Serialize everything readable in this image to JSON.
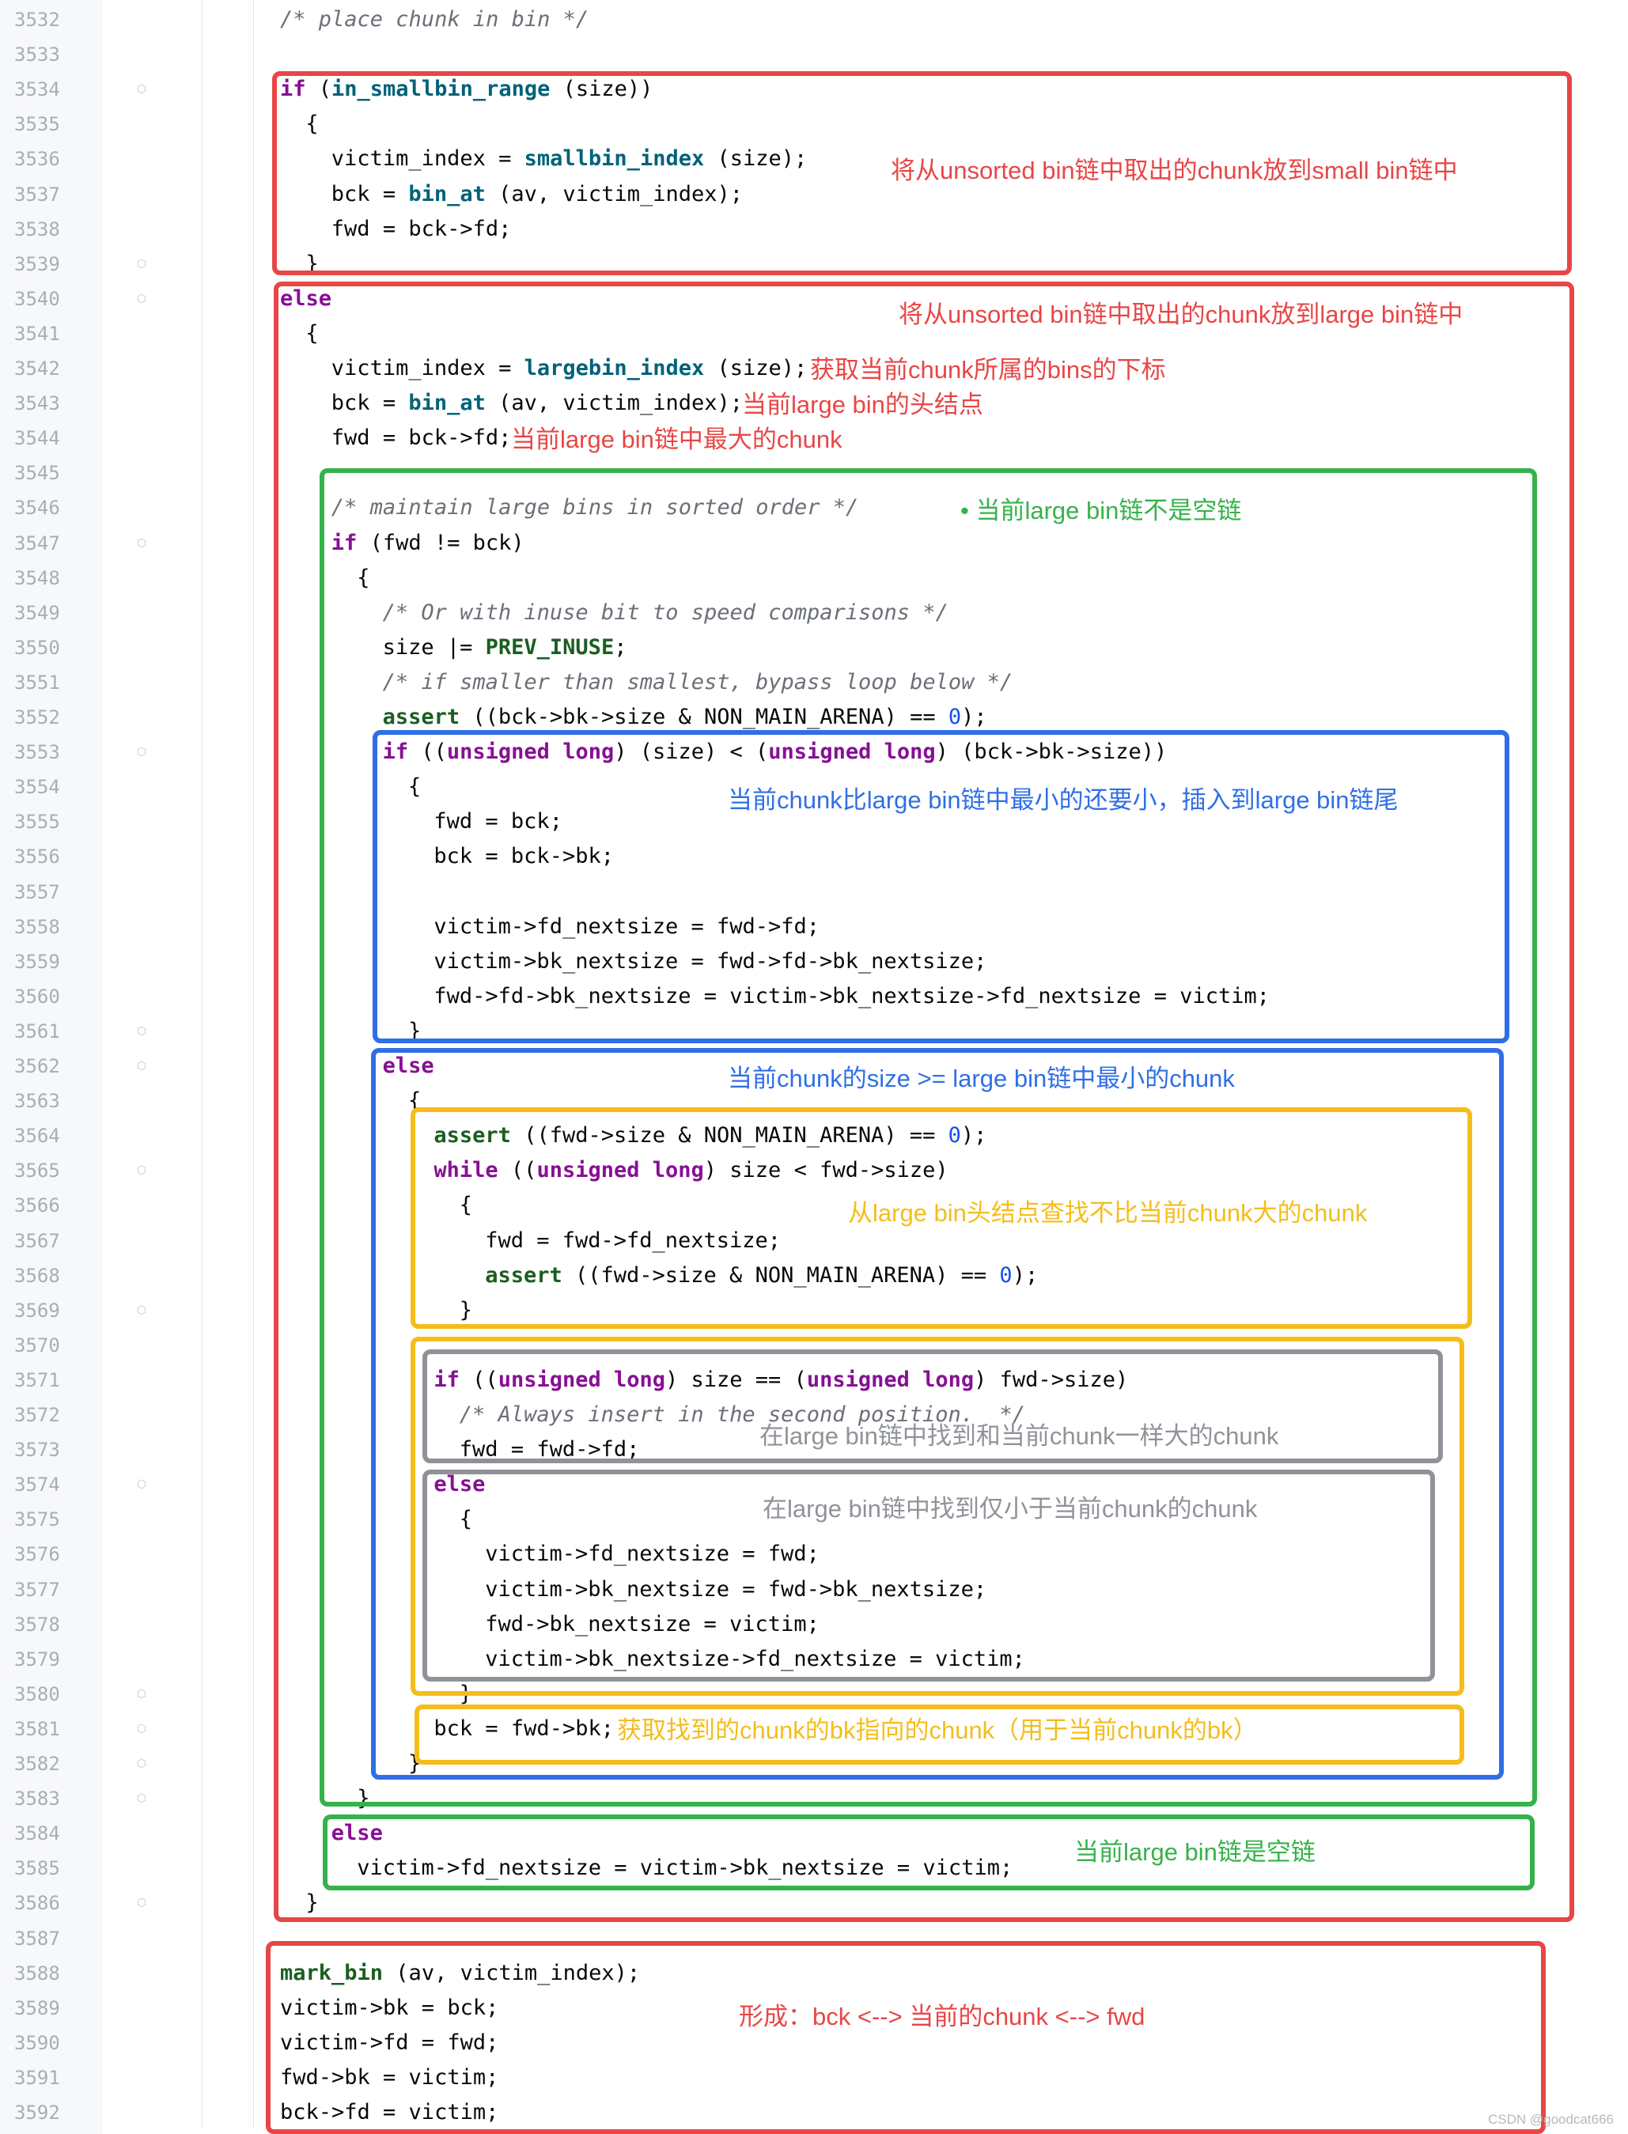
{
  "editor": {
    "lines": [
      {
        "num": "3532",
        "indent": 0,
        "fold": false,
        "tokens": [
          {
            "t": "/* place chunk in bin */",
            "c": "cm"
          }
        ]
      },
      {
        "num": "3533",
        "indent": 0,
        "fold": false,
        "tokens": []
      },
      {
        "num": "3534",
        "indent": 0,
        "fold": true,
        "tokens": [
          {
            "t": "if",
            "c": "kw"
          },
          {
            "t": " ("
          },
          {
            "t": "in_smallbin_range",
            "c": "fn"
          },
          {
            "t": " (size))"
          }
        ]
      },
      {
        "num": "3535",
        "indent": 1,
        "fold": false,
        "tokens": [
          {
            "t": "{"
          }
        ]
      },
      {
        "num": "3536",
        "indent": 2,
        "fold": false,
        "tokens": [
          {
            "t": "victim_index = "
          },
          {
            "t": "smallbin_index",
            "c": "fn"
          },
          {
            "t": " (size);"
          }
        ]
      },
      {
        "num": "3537",
        "indent": 2,
        "fold": false,
        "tokens": [
          {
            "t": "bck = "
          },
          {
            "t": "bin_at",
            "c": "fn"
          },
          {
            "t": " (av, victim_index);"
          }
        ]
      },
      {
        "num": "3538",
        "indent": 2,
        "fold": false,
        "tokens": [
          {
            "t": "fwd = bck->fd;"
          }
        ]
      },
      {
        "num": "3539",
        "indent": 1,
        "fold": true,
        "tokens": [
          {
            "t": "}"
          }
        ]
      },
      {
        "num": "3540",
        "indent": 0,
        "fold": true,
        "tokens": [
          {
            "t": "else",
            "c": "kw"
          }
        ]
      },
      {
        "num": "3541",
        "indent": 1,
        "fold": false,
        "tokens": [
          {
            "t": "{"
          }
        ]
      },
      {
        "num": "3542",
        "indent": 2,
        "fold": false,
        "tokens": [
          {
            "t": "victim_index = "
          },
          {
            "t": "largebin_index",
            "c": "fn"
          },
          {
            "t": " (size);"
          }
        ]
      },
      {
        "num": "3543",
        "indent": 2,
        "fold": false,
        "tokens": [
          {
            "t": "bck = "
          },
          {
            "t": "bin_at",
            "c": "fn"
          },
          {
            "t": " (av, victim_index);"
          }
        ]
      },
      {
        "num": "3544",
        "indent": 2,
        "fold": false,
        "tokens": [
          {
            "t": "fwd = bck->fd;"
          }
        ]
      },
      {
        "num": "3545",
        "indent": 0,
        "fold": false,
        "tokens": []
      },
      {
        "num": "3546",
        "indent": 2,
        "fold": false,
        "tokens": [
          {
            "t": "/* maintain large bins in sorted order */",
            "c": "cm"
          }
        ]
      },
      {
        "num": "3547",
        "indent": 2,
        "fold": true,
        "tokens": [
          {
            "t": "if",
            "c": "kw"
          },
          {
            "t": " (fwd != bck)"
          }
        ]
      },
      {
        "num": "3548",
        "indent": 3,
        "fold": false,
        "tokens": [
          {
            "t": "{"
          }
        ]
      },
      {
        "num": "3549",
        "indent": 4,
        "fold": false,
        "tokens": [
          {
            "t": "/* Or with inuse bit to speed comparisons */",
            "c": "cm"
          }
        ]
      },
      {
        "num": "3550",
        "indent": 4,
        "fold": false,
        "tokens": [
          {
            "t": "size |= "
          },
          {
            "t": "PREV_INUSE",
            "c": "mac"
          },
          {
            "t": ";"
          }
        ]
      },
      {
        "num": "3551",
        "indent": 4,
        "fold": false,
        "tokens": [
          {
            "t": "/* if smaller than smallest, bypass loop below */",
            "c": "cm"
          }
        ]
      },
      {
        "num": "3552",
        "indent": 4,
        "fold": false,
        "tokens": [
          {
            "t": "assert",
            "c": "mac"
          },
          {
            "t": " ((bck->bk->size & NON_MAIN_ARENA) == "
          },
          {
            "t": "0",
            "c": "num"
          },
          {
            "t": ");"
          }
        ]
      },
      {
        "num": "3553",
        "indent": 4,
        "fold": true,
        "tokens": [
          {
            "t": "if",
            "c": "kw"
          },
          {
            "t": " (("
          },
          {
            "t": "unsigned long",
            "c": "kw"
          },
          {
            "t": ") (size) < ("
          },
          {
            "t": "unsigned long",
            "c": "kw"
          },
          {
            "t": ") (bck->bk->size))"
          }
        ]
      },
      {
        "num": "3554",
        "indent": 5,
        "fold": false,
        "tokens": [
          {
            "t": "{"
          }
        ]
      },
      {
        "num": "3555",
        "indent": 6,
        "fold": false,
        "tokens": [
          {
            "t": "fwd = bck;"
          }
        ]
      },
      {
        "num": "3556",
        "indent": 6,
        "fold": false,
        "tokens": [
          {
            "t": "bck = bck->bk;"
          }
        ]
      },
      {
        "num": "3557",
        "indent": 0,
        "fold": false,
        "tokens": []
      },
      {
        "num": "3558",
        "indent": 6,
        "fold": false,
        "tokens": [
          {
            "t": "victim->fd_nextsize = fwd->fd;"
          }
        ]
      },
      {
        "num": "3559",
        "indent": 6,
        "fold": false,
        "tokens": [
          {
            "t": "victim->bk_nextsize = fwd->fd->bk_nextsize;"
          }
        ]
      },
      {
        "num": "3560",
        "indent": 6,
        "fold": false,
        "tokens": [
          {
            "t": "fwd->fd->bk_nextsize = victim->bk_nextsize->fd_nextsize = victim;"
          }
        ]
      },
      {
        "num": "3561",
        "indent": 5,
        "fold": true,
        "tokens": [
          {
            "t": "}"
          }
        ]
      },
      {
        "num": "3562",
        "indent": 4,
        "fold": true,
        "tokens": [
          {
            "t": "else",
            "c": "kw"
          }
        ]
      },
      {
        "num": "3563",
        "indent": 5,
        "fold": false,
        "tokens": [
          {
            "t": "{"
          }
        ]
      },
      {
        "num": "3564",
        "indent": 6,
        "fold": false,
        "tokens": [
          {
            "t": "assert",
            "c": "mac"
          },
          {
            "t": " ((fwd->size & NON_MAIN_ARENA) == "
          },
          {
            "t": "0",
            "c": "num"
          },
          {
            "t": ");"
          }
        ]
      },
      {
        "num": "3565",
        "indent": 6,
        "fold": true,
        "tokens": [
          {
            "t": "while",
            "c": "kw"
          },
          {
            "t": " (("
          },
          {
            "t": "unsigned long",
            "c": "kw"
          },
          {
            "t": ") size < fwd->size)"
          }
        ]
      },
      {
        "num": "3566",
        "indent": 7,
        "fold": false,
        "tokens": [
          {
            "t": "{"
          }
        ]
      },
      {
        "num": "3567",
        "indent": 8,
        "fold": false,
        "tokens": [
          {
            "t": "fwd = fwd->fd_nextsize;"
          }
        ]
      },
      {
        "num": "3568",
        "indent": 8,
        "fold": false,
        "tokens": [
          {
            "t": "assert",
            "c": "mac"
          },
          {
            "t": " ((fwd->size & NON_MAIN_ARENA) == "
          },
          {
            "t": "0",
            "c": "num"
          },
          {
            "t": ");"
          }
        ]
      },
      {
        "num": "3569",
        "indent": 7,
        "fold": true,
        "tokens": [
          {
            "t": "}"
          }
        ]
      },
      {
        "num": "3570",
        "indent": 0,
        "fold": false,
        "tokens": []
      },
      {
        "num": "3571",
        "indent": 6,
        "fold": false,
        "tokens": [
          {
            "t": "if",
            "c": "kw"
          },
          {
            "t": " (("
          },
          {
            "t": "unsigned long",
            "c": "kw"
          },
          {
            "t": ") size == ("
          },
          {
            "t": "unsigned long",
            "c": "kw"
          },
          {
            "t": ") fwd->size)"
          }
        ]
      },
      {
        "num": "3572",
        "indent": 7,
        "fold": false,
        "tokens": [
          {
            "t": "/* Always insert in the second position.  */",
            "c": "cm"
          }
        ]
      },
      {
        "num": "3573",
        "indent": 7,
        "fold": false,
        "tokens": [
          {
            "t": "fwd = fwd->fd;"
          }
        ]
      },
      {
        "num": "3574",
        "indent": 6,
        "fold": true,
        "tokens": [
          {
            "t": "else",
            "c": "kw"
          }
        ]
      },
      {
        "num": "3575",
        "indent": 7,
        "fold": false,
        "tokens": [
          {
            "t": "{"
          }
        ]
      },
      {
        "num": "3576",
        "indent": 8,
        "fold": false,
        "tokens": [
          {
            "t": "victim->fd_nextsize = fwd;"
          }
        ]
      },
      {
        "num": "3577",
        "indent": 8,
        "fold": false,
        "tokens": [
          {
            "t": "victim->bk_nextsize = fwd->bk_nextsize;"
          }
        ]
      },
      {
        "num": "3578",
        "indent": 8,
        "fold": false,
        "tokens": [
          {
            "t": "fwd->bk_nextsize = victim;"
          }
        ]
      },
      {
        "num": "3579",
        "indent": 8,
        "fold": false,
        "tokens": [
          {
            "t": "victim->bk_nextsize->fd_nextsize = victim;"
          }
        ]
      },
      {
        "num": "3580",
        "indent": 7,
        "fold": true,
        "tokens": [
          {
            "t": "}"
          }
        ]
      },
      {
        "num": "3581",
        "indent": 6,
        "fold": true,
        "tokens": [
          {
            "t": "bck = fwd->bk;"
          }
        ]
      },
      {
        "num": "3582",
        "indent": 5,
        "fold": true,
        "tokens": [
          {
            "t": "}"
          }
        ]
      },
      {
        "num": "3583",
        "indent": 3,
        "fold": true,
        "tokens": [
          {
            "t": "}"
          }
        ]
      },
      {
        "num": "3584",
        "indent": 2,
        "fold": false,
        "tokens": [
          {
            "t": "else",
            "c": "kw"
          }
        ]
      },
      {
        "num": "3585",
        "indent": 3,
        "fold": false,
        "tokens": [
          {
            "t": "victim->fd_nextsize = victim->bk_nextsize = victim;"
          }
        ]
      },
      {
        "num": "3586",
        "indent": 1,
        "fold": true,
        "tokens": [
          {
            "t": "}"
          }
        ]
      },
      {
        "num": "3587",
        "indent": 0,
        "fold": false,
        "tokens": []
      },
      {
        "num": "3588",
        "indent": 0,
        "fold": false,
        "tokens": [
          {
            "t": "mark_bin",
            "c": "mac"
          },
          {
            "t": " (av, victim_index);"
          }
        ]
      },
      {
        "num": "3589",
        "indent": 0,
        "fold": false,
        "tokens": [
          {
            "t": "victim->bk = bck;"
          }
        ]
      },
      {
        "num": "3590",
        "indent": 0,
        "fold": false,
        "tokens": [
          {
            "t": "victim->fd = fwd;"
          }
        ]
      },
      {
        "num": "3591",
        "indent": 0,
        "fold": false,
        "tokens": [
          {
            "t": "fwd->bk = victim;"
          }
        ]
      },
      {
        "num": "3592",
        "indent": 0,
        "fold": false,
        "tokens": [
          {
            "t": "bck->fd = victim;"
          }
        ]
      }
    ]
  },
  "annotations": {
    "smallbin_place": "将从unsorted bin链中取出的chunk放到small bin链中",
    "largebin_place": "将从unsorted bin链中取出的chunk放到large bin链中",
    "largebin_index": "获取当前chunk所属的bins的下标",
    "bin_head": "当前large bin的头结点",
    "largest_chunk": "当前large bin链中最大的chunk",
    "not_empty": "• 当前large bin链不是空链",
    "smaller_than_min": "当前chunk比large bin链中最小的还要小，插入到large bin链尾",
    "size_ge_min": "当前chunk的size >= large bin链中最小的chunk",
    "find_not_larger": "从large bin头结点查找不比当前chunk大的chunk",
    "same_size": "在large bin链中找到和当前chunk一样大的chunk",
    "just_smaller": "在large bin链中找到仅小于当前chunk的chunk",
    "get_bk": "获取找到的chunk的bk指向的chunk（用于当前chunk的bk）",
    "empty_list": "当前large bin链是空链",
    "form_link": "形成：bck <--> 当前的chunk <--> fwd"
  },
  "watermark": "CSDN @goodcat666",
  "colors": {
    "red": "#e84646",
    "green": "#36b24a",
    "blue": "#2f6fe6",
    "yellow": "#f4bd1c",
    "gray": "#8f9399"
  }
}
